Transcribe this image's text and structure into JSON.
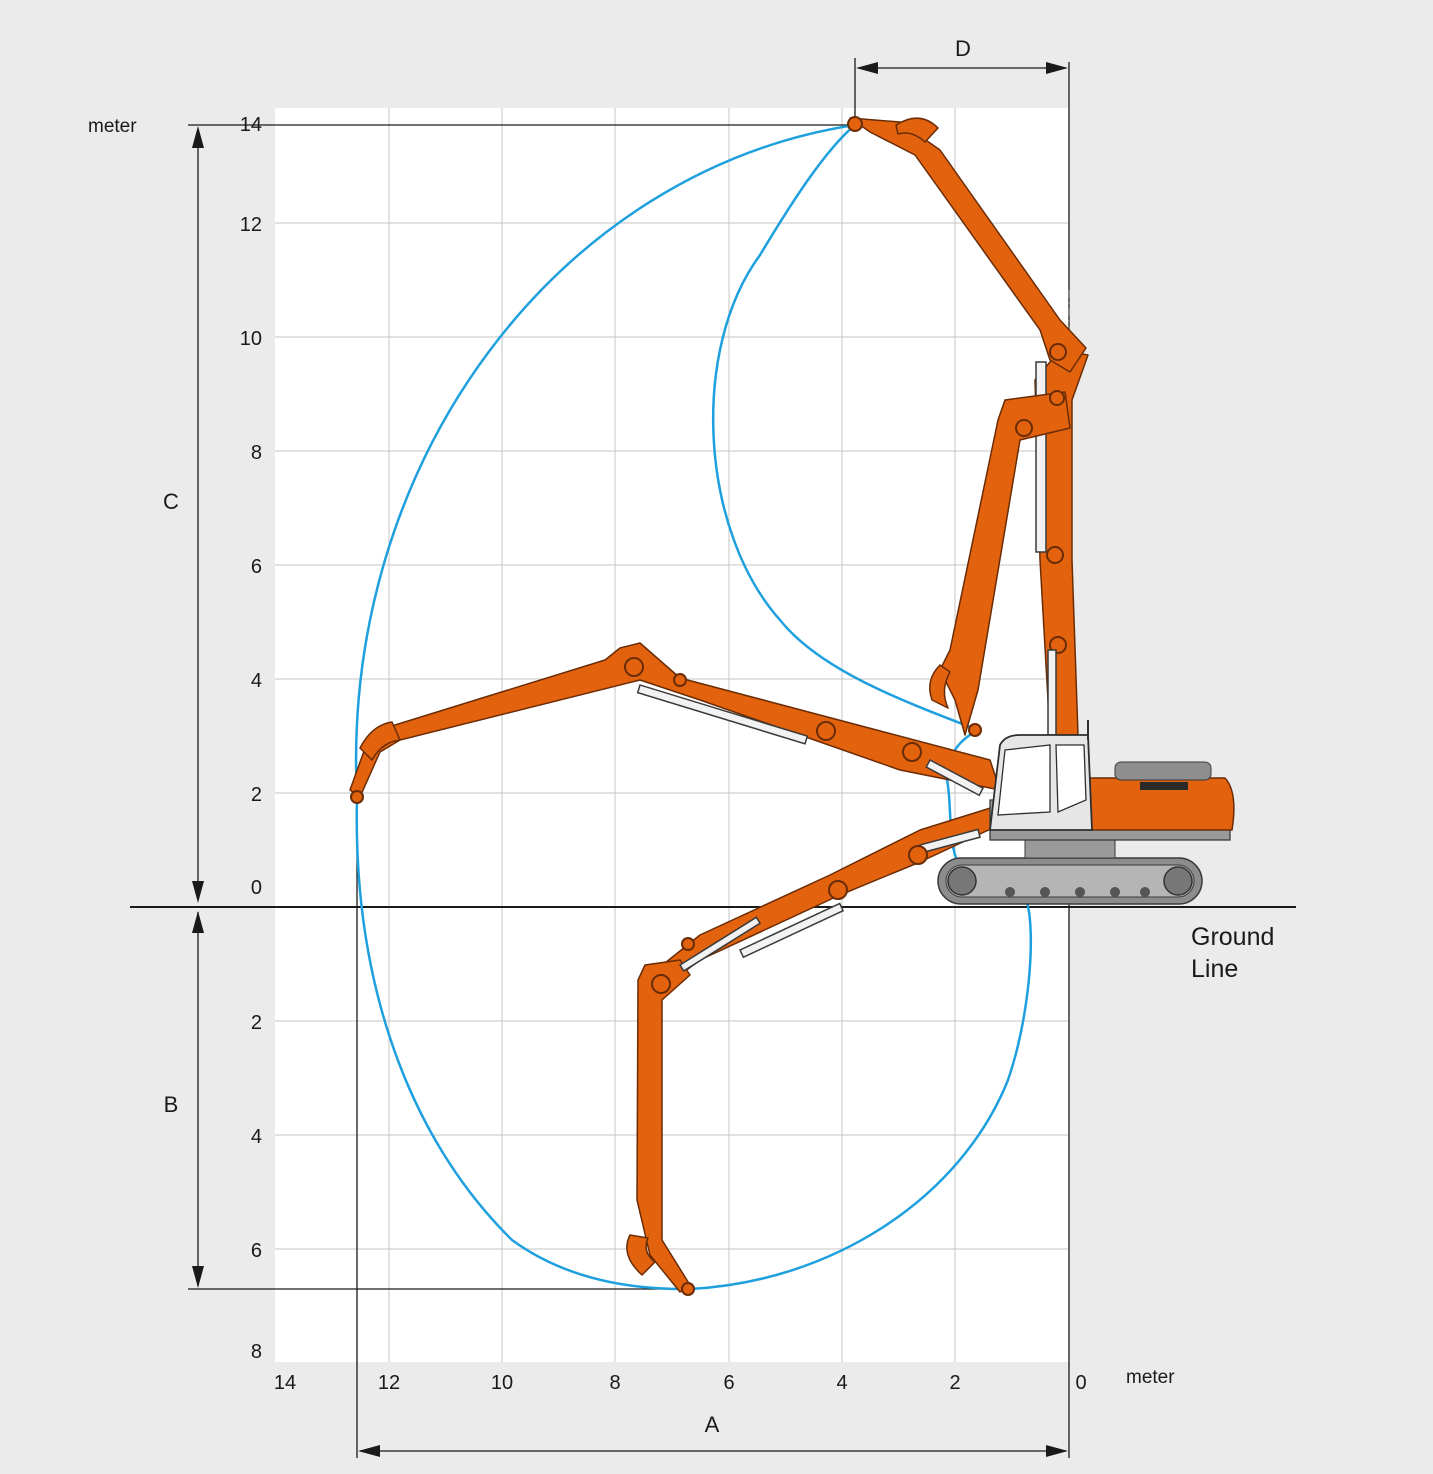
{
  "diagram": {
    "background_color": "#ebebeb",
    "plot_color": "#ffffff",
    "envelope_color": "#1fa0de",
    "machine_color": "#e2620e",
    "units": {
      "y_unit": "meter",
      "x_unit": "meter"
    },
    "y_ticks_above": [
      "14",
      "12",
      "10",
      "8",
      "6",
      "4",
      "2",
      "0"
    ],
    "y_ticks_below": [
      "2",
      "4",
      "6",
      "8"
    ],
    "x_ticks": [
      "14",
      "12",
      "10",
      "8",
      "6",
      "4",
      "2",
      "0"
    ],
    "dimensions": {
      "A": "A",
      "B": "B",
      "C": "C",
      "D": "D"
    },
    "ground_line": {
      "line1": "Ground",
      "line2": "Line"
    }
  }
}
